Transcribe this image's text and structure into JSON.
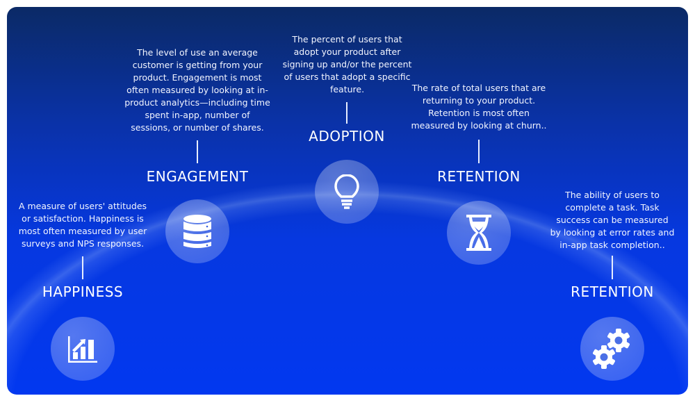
{
  "metrics": [
    {
      "title": "HAPPINESS",
      "description": "A measure of users' attitudes or satisfaction. Happiness is most often measured by user surveys and NPS responses.",
      "icon": "bar-chart-growth-icon"
    },
    {
      "title": "ENGAGEMENT",
      "description": "The level of use an average customer is getting from your product. Engagement is most often measured by looking at in-product analytics—including time spent in-app, number of sessions, or number of shares.",
      "icon": "database-icon"
    },
    {
      "title": "ADOPTION",
      "description": "The percent of users that adopt your product after signing up and/or the percent of users that adopt a specific feature.",
      "icon": "lightbulb-icon"
    },
    {
      "title": "RETENTION",
      "description": "The rate of total users that are returning to your product. Retention is most often measured by looking at churn..",
      "icon": "hourglass-icon"
    },
    {
      "title": "RETENTION",
      "description": "The ability of users to complete a task. Task success can be measured by looking at error rates and in-app task completion..",
      "icon": "gears-icon"
    }
  ]
}
